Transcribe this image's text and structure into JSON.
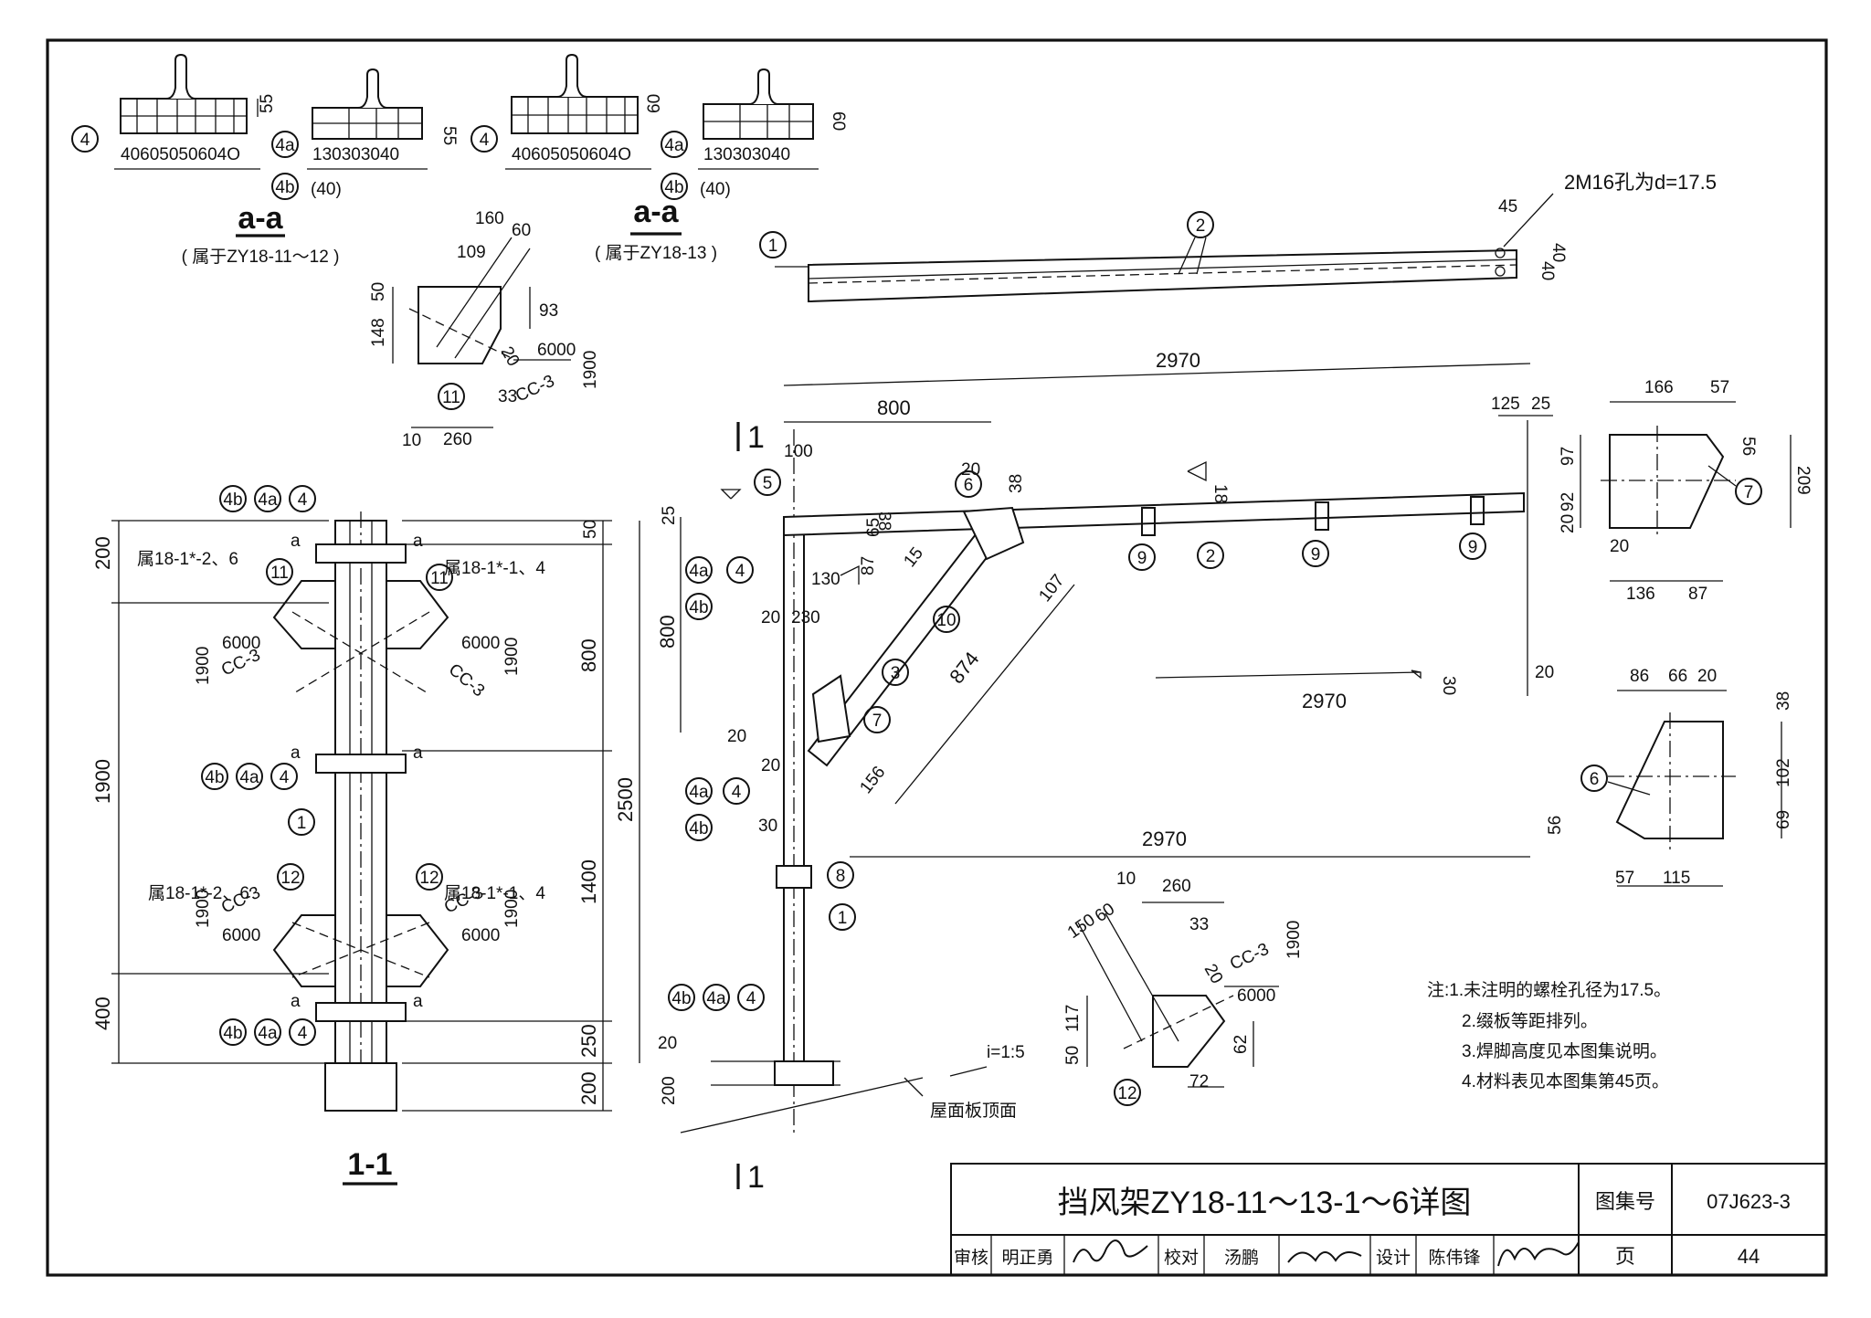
{
  "sheet": {
    "title": "挡风架ZY18-11～13-1～6详图",
    "atlas_label": "图集号",
    "atlas_no": "07J623-3",
    "page_label": "页",
    "page_no": "44",
    "review_label": "审核",
    "reviewer": "明正勇",
    "check_label": "校对",
    "checker": "汤鹏",
    "design_label": "设计",
    "designer": "陈伟锋"
  },
  "notes": [
    "注:1.未注明的螺栓孔径为17.5。",
    "2.缀板等距排列。",
    "3.焊脚高度见本图集说明。",
    "4.材料表见本图集第45页。"
  ],
  "section_aa_1": {
    "label": "a-a",
    "subtitle": "( 属于ZY18-11～12 )",
    "dims_left": "40605050604O",
    "dims_right": "130303040",
    "paren40": "(40)",
    "h55a": "55",
    "h55b": "55",
    "tag4": "4",
    "tag4a": "4a",
    "tag4b": "4b"
  },
  "section_aa_2": {
    "label": "a-a",
    "subtitle": "( 属于ZY18-13 )",
    "dims_left": "40605050604O",
    "dims_right": "130303040",
    "paren40": "(40)",
    "h60a": "60",
    "h60b": "60",
    "tag4": "4",
    "tag4a": "4a",
    "tag4b": "4b"
  },
  "plate11_detail": {
    "d160": "160",
    "d60": "60",
    "d109": "109",
    "d50": "50",
    "d148": "148",
    "d93": "93",
    "d20": "20",
    "d6000": "6000",
    "d1900": "1900",
    "cc3": "CC-3",
    "d33": "33",
    "d10": "10",
    "d260": "260",
    "tag": "11"
  },
  "plate12_detail": {
    "d10": "10",
    "d260": "260",
    "d150": "150",
    "d60": "60",
    "d33": "33",
    "d20": "20",
    "cc3": "CC-3",
    "d6000": "6000",
    "d1900": "1900",
    "d117": "117",
    "d50": "50",
    "d62": "62",
    "d72": "72",
    "tag": "12"
  },
  "plate7_detail": {
    "d166": "166",
    "d57": "57",
    "d97": "97",
    "d56": "56",
    "d92": "92",
    "d209": "209",
    "d20a": "20",
    "d20b": "20",
    "d136": "136",
    "d87": "87",
    "tag": "7"
  },
  "plate6_detail": {
    "d86": "86",
    "d66": "66",
    "d20": "20",
    "d38": "38",
    "d102": "102",
    "d69": "69",
    "d56": "56",
    "d57": "57",
    "d115": "115",
    "tag": "6"
  },
  "top_beam": {
    "hole_note": "2M16孔为d=17.5",
    "d45": "45",
    "d40a": "40",
    "d40b": "40",
    "d2970": "2970",
    "tag1": "1",
    "tag2": "2"
  },
  "main_elevation": {
    "d800": "800",
    "d125": "125",
    "d25": "25",
    "d100": "100",
    "d38a": "38",
    "d65": "65",
    "d87": "87",
    "d130": "130",
    "d20a": "20",
    "d38b": "38",
    "d18": "18",
    "d25left": "25",
    "d800v": "800",
    "d20b": "20",
    "d230": "230",
    "d874": "874",
    "d107": "107",
    "d156": "156",
    "d15": "15",
    "d20c": "20",
    "d20d": "20",
    "d30": "30",
    "d2970mid": "2970",
    "d30small": "30",
    "d20right": "20",
    "d2970bottom": "2970",
    "d20base": "20",
    "d200base": "200",
    "slope": "i=1:5",
    "roof_label": "屋面板顶面",
    "sec1_top": "1",
    "sec1_bottom": "1",
    "tag1": "1",
    "tag2": "2",
    "tag3": "3",
    "tag4": "4",
    "tag4a": "4a",
    "tag4b": "4b",
    "tag5": "5",
    "tag6": "6",
    "tag7": "7",
    "tag8": "8",
    "tag9": "9",
    "tag10": "10"
  },
  "section_11": {
    "label": "1-1",
    "a": "a",
    "note_a1": "属18-1*-2、6",
    "note_a2": "属18-1*-1、4",
    "note_b1": "属18-1*-2、6",
    "note_b2": "属18-1*-1、4",
    "d6000": "6000",
    "d1900": "1900",
    "cc3": "CC-3",
    "left_dims": [
      "200",
      "1900",
      "400"
    ],
    "right_dims": [
      "50",
      "800",
      "2500",
      "1400",
      "250",
      "200"
    ],
    "tag1": "1",
    "tag4": "4",
    "tag4a": "4a",
    "tag4b": "4b",
    "tag11": "11",
    "tag12": "12"
  }
}
